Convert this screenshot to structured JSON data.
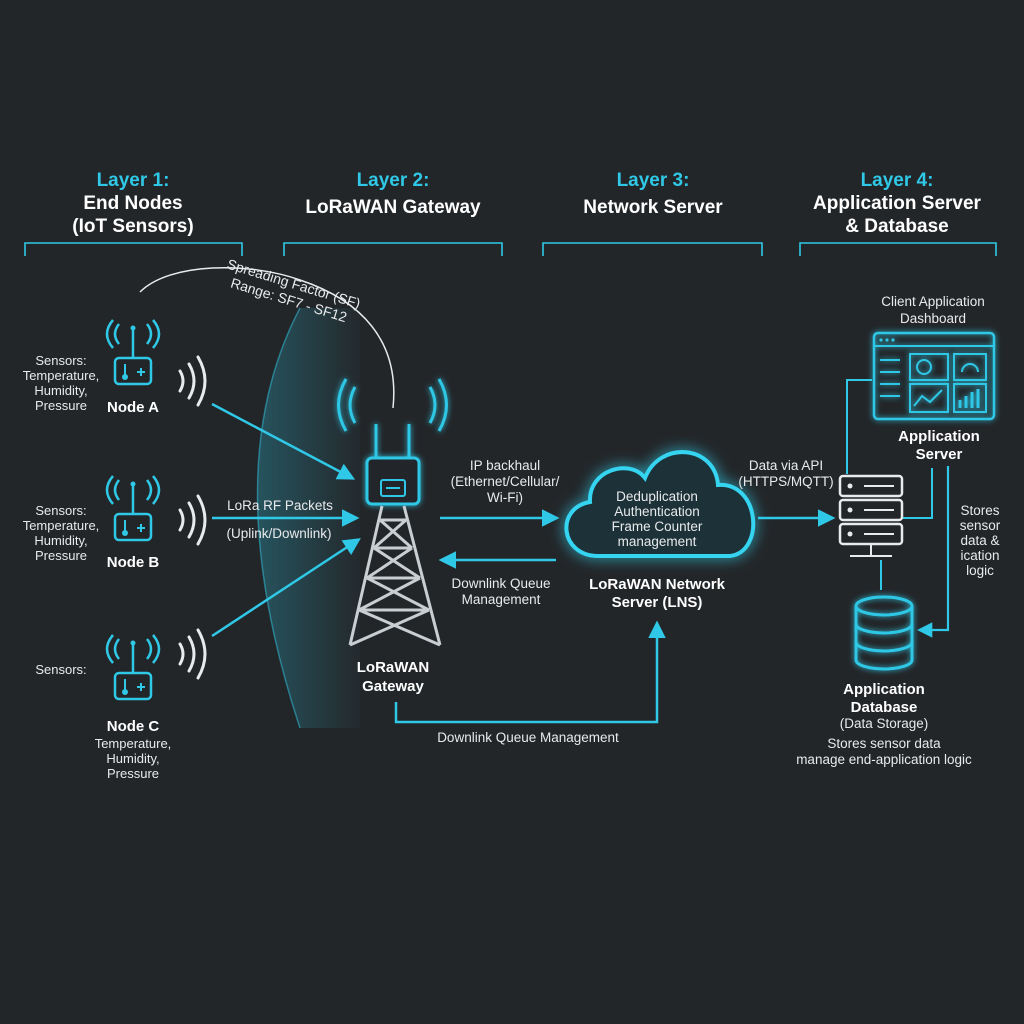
{
  "colors": {
    "background": "#232629",
    "accent": "#2fc8e6",
    "text": "#ffffff"
  },
  "layers": [
    {
      "number": "Layer 1:",
      "name_line1": "End Nodes",
      "name_line2": "(IoT Sensors)"
    },
    {
      "number": "Layer 2:",
      "name_line1": "LoRaWAN Gateway",
      "name_line2": ""
    },
    {
      "number": "Layer 3:",
      "name_line1": "Network Server",
      "name_line2": ""
    },
    {
      "number": "Layer 4:",
      "name_line1": "Application Server",
      "name_line2": "& Database"
    }
  ],
  "spreading_factor": {
    "line1": "Spreading Factor (SF)",
    "line2": "Range: SF7 - SF12"
  },
  "nodes": [
    {
      "label": "Node A",
      "sensors": [
        "Sensors:",
        "Temperature,",
        "Humidity,",
        "Pressure"
      ]
    },
    {
      "label": "Node B",
      "sensors": [
        "Sensors:",
        "Temperature,",
        "Humidity,",
        "Pressure"
      ]
    },
    {
      "label": "Node C",
      "sensors_top": "Sensors:",
      "sensors_bottom": [
        "Temperature,",
        "Humidity,",
        "Pressure"
      ]
    }
  ],
  "rf": {
    "line1": "LoRa RF Packets",
    "line2": "(Uplink/Downlink)"
  },
  "gateway": {
    "line1": "LoRaWAN",
    "line2": "Gateway"
  },
  "backhaul": {
    "line1": "IP backhaul",
    "line2": "(Ethernet/Cellular/",
    "line3": "Wi-Fi)"
  },
  "downlink_short": {
    "line1": "Downlink Queue",
    "line2": "Management"
  },
  "downlink_bottom": "Downlink Queue Management",
  "cloud": {
    "lines": [
      "Deduplication",
      "Authentication",
      "Frame Counter",
      "management"
    ]
  },
  "lns": {
    "line1": "LoRaWAN Network",
    "line2": "Server (LNS)"
  },
  "api": {
    "line1": "Data via API",
    "line2": "(HTTPS/MQTT)"
  },
  "dashboard": {
    "line1": "Client Application",
    "line2": "Dashboard"
  },
  "app_server": {
    "line1": "Application",
    "line2": "Server"
  },
  "stores_side": {
    "lines": [
      "Stores",
      "sensor",
      "data &",
      "ication",
      "logic"
    ]
  },
  "database": {
    "line1": "Application",
    "line2": "Database",
    "line3": "(Data Storage)",
    "desc1": "Stores sensor data",
    "desc2": "manage end-application logic"
  },
  "icons": [
    "antenna-icon",
    "thermometer-icon",
    "signal-waves-icon",
    "gateway-tower-icon",
    "cloud-icon",
    "dashboard-icon",
    "server-icon",
    "database-icon"
  ]
}
